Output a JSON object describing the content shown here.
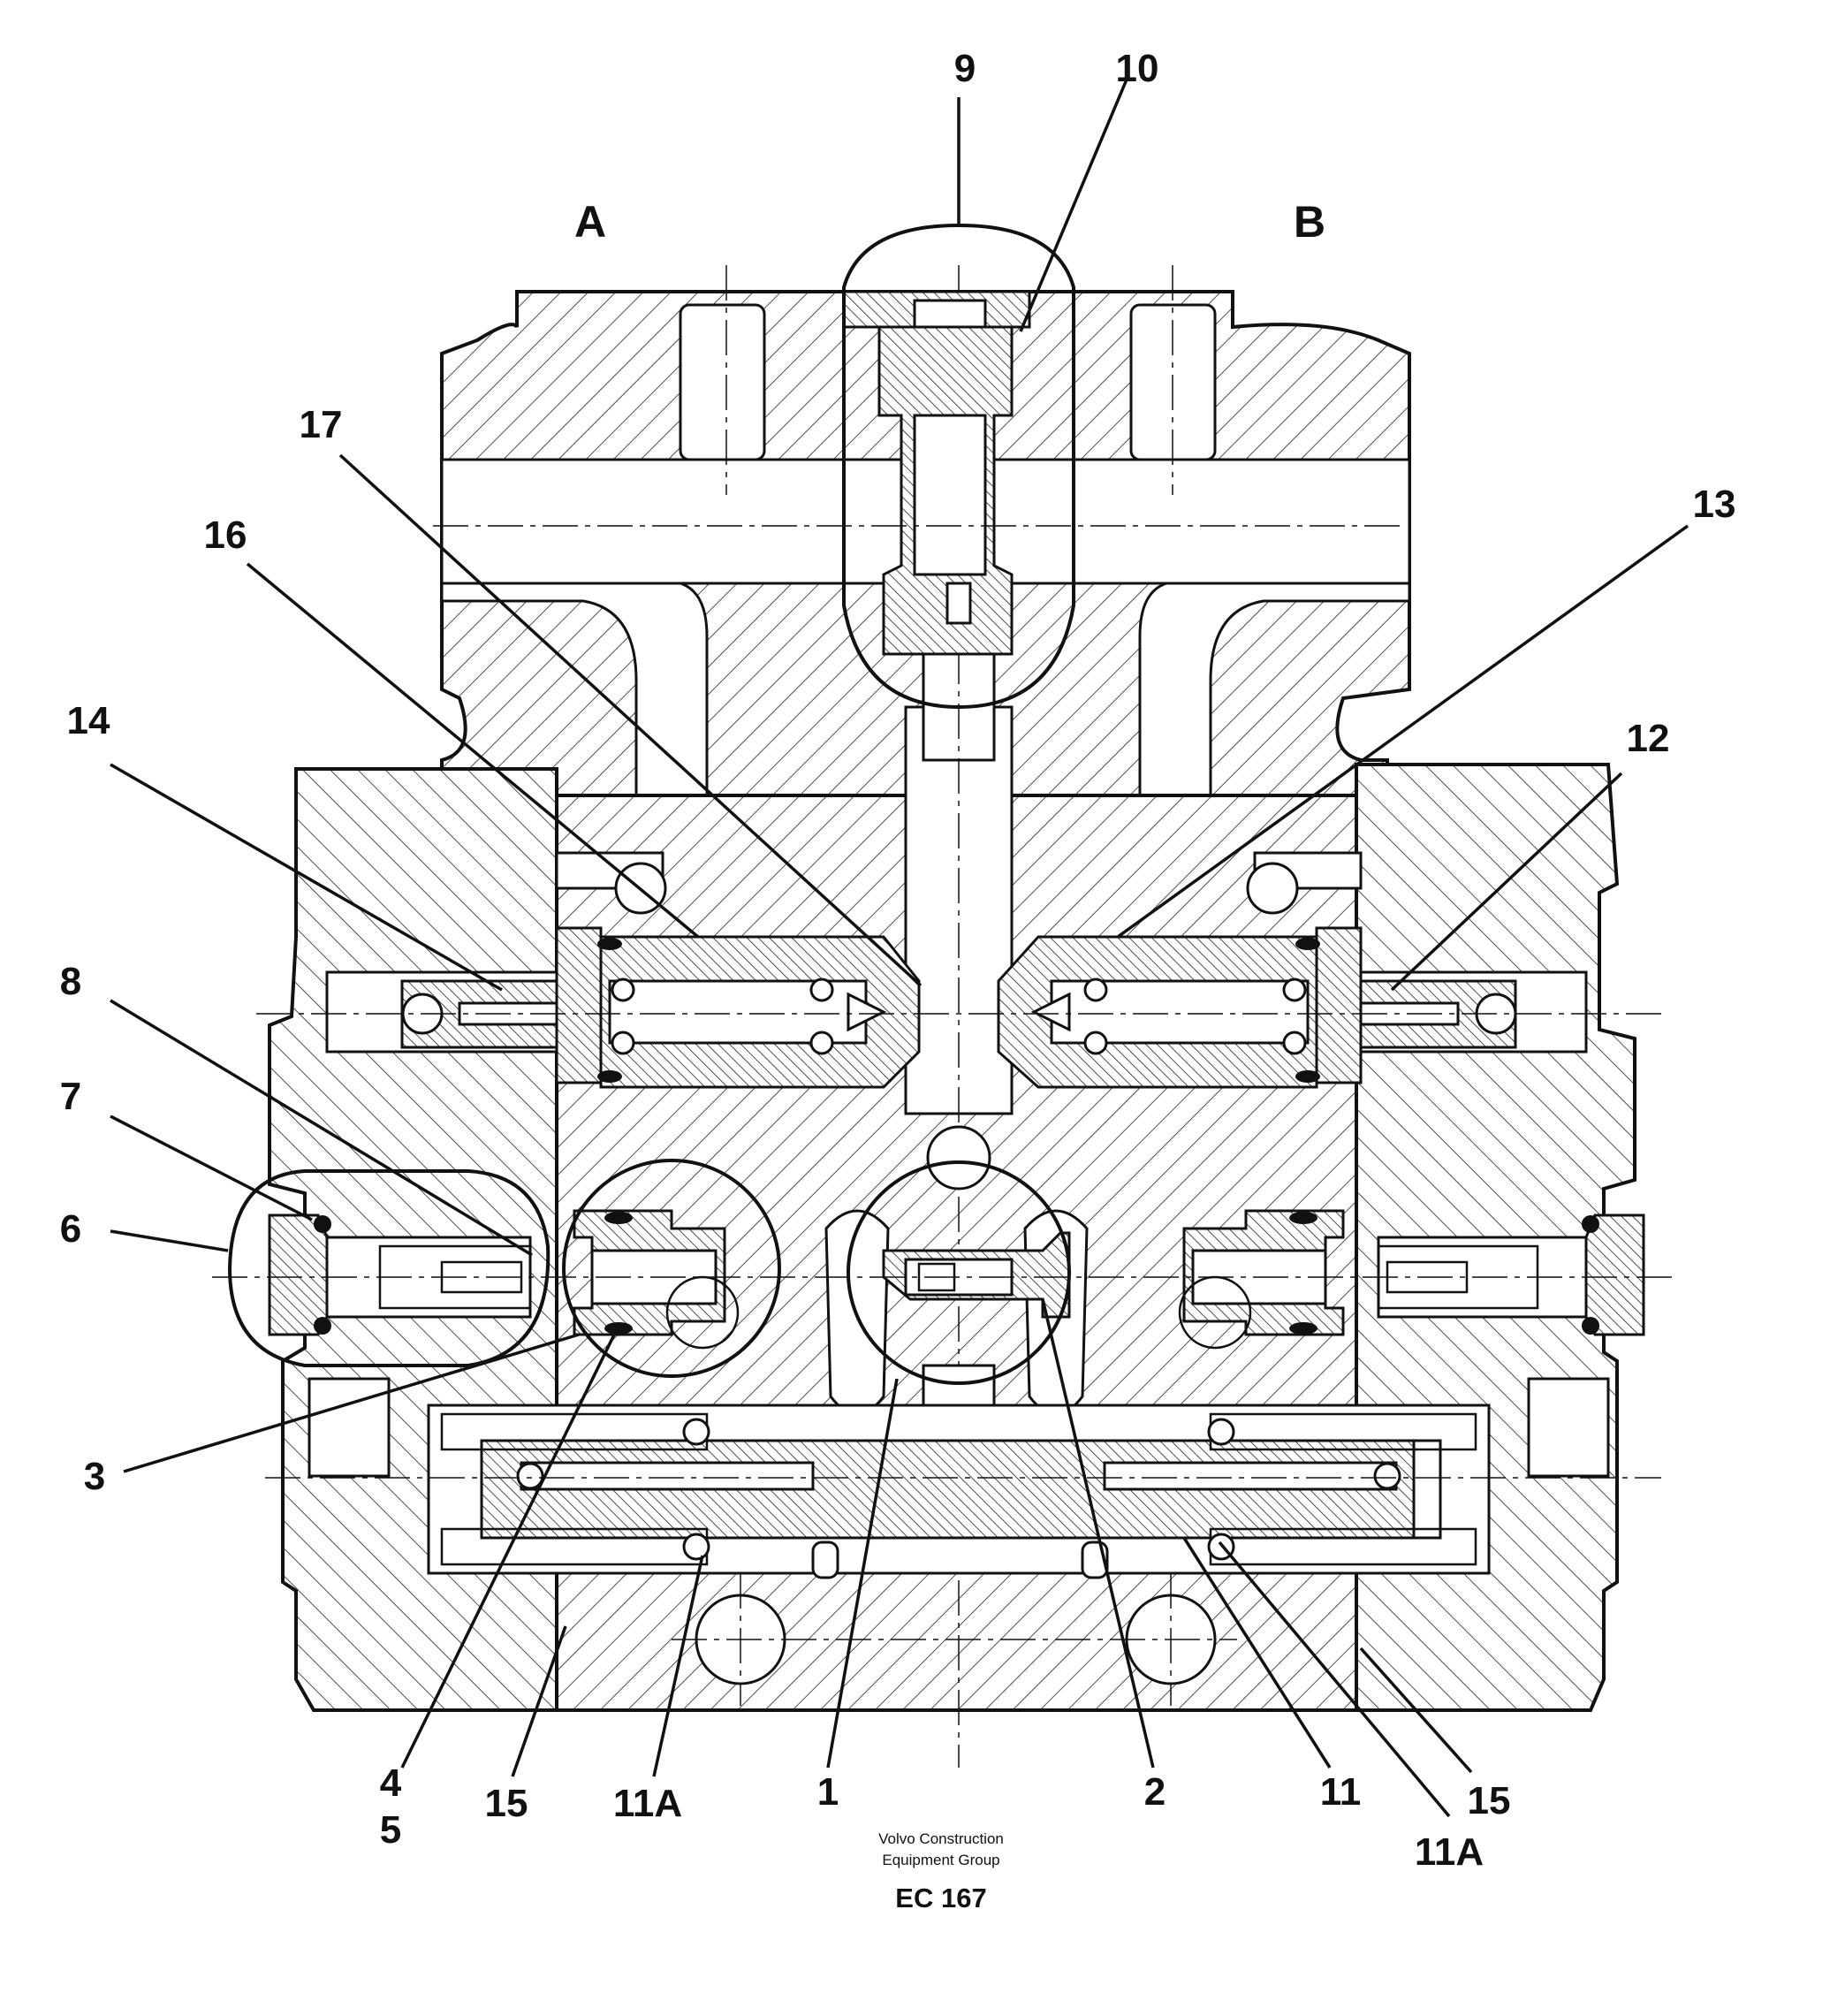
{
  "ports": {
    "a": "A",
    "b": "B"
  },
  "callouts": {
    "c1": "1",
    "c2": "2",
    "c3": "3",
    "c4": "4",
    "c5": "5",
    "c6": "6",
    "c7": "7",
    "c8": "8",
    "c9": "9",
    "c10": "10",
    "c11": "11",
    "c11a_left": "11A",
    "c11a_right": "11A",
    "c12": "12",
    "c13": "13",
    "c14": "14",
    "c15_left": "15",
    "c15_right": "15",
    "c16": "16",
    "c17": "17"
  },
  "footer": {
    "line1": "Volvo Construction",
    "line2": "Equipment Group",
    "code": "EC 167"
  },
  "colors": {
    "ink": "#111111",
    "paper": "#ffffff"
  }
}
